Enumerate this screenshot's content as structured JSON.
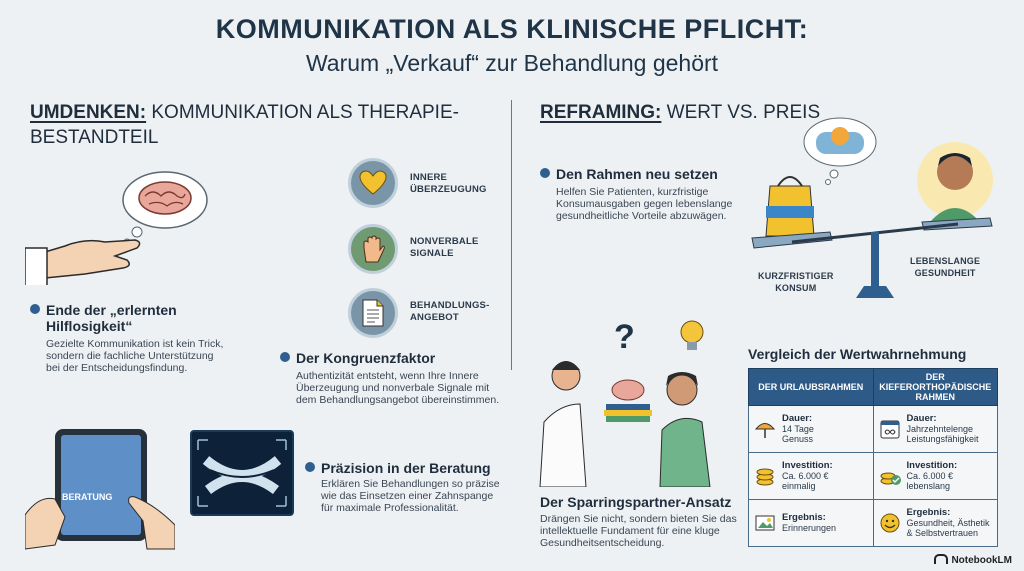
{
  "header": {
    "title": "KOMMUNIKATION ALS KLINISCHE PFLICHT:",
    "subtitle": "Warum „Verkauf“ zur Behandlung gehört"
  },
  "left": {
    "heading_key": "UMDENKEN:",
    "heading_rest": " KOMMUNIKATION ALS THERAPIE-",
    "heading_line2": "BESTANDTEIL",
    "icons": [
      {
        "label_1": "INNERE",
        "label_2": "ÜBERZEUGUNG",
        "icon": "heart-icon"
      },
      {
        "label_1": "NONVERBALE",
        "label_2": "SIGNALE",
        "icon": "hand-icon"
      },
      {
        "label_1": "BEHANDLUNGS-",
        "label_2": "ANGEBOT",
        "icon": "document-icon"
      }
    ],
    "point1": {
      "title_1": "Ende der „erlernten",
      "title_2": "Hilflosigkeit“",
      "body_1": "Gezielte Kommunikation ist kein Trick,",
      "body_2": "sondern die fachliche Unterstützung",
      "body_3": "bei der Entscheidungsfindung."
    },
    "point2": {
      "title": "Der Kongruenzfaktor",
      "body_1": "Authentizität entsteht, wenn Ihre Innere",
      "body_2": "Überzeugung und nonverbale Signale mit",
      "body_3": "dem Behandlungsangebot übereinstimmen."
    },
    "tablet_label": "BERATUNG",
    "point3": {
      "title": "Präzision in der Beratung",
      "body_1": "Erklären Sie Behandlungen so präzise",
      "body_2": "wie das Einsetzen einer Zahnspange",
      "body_3": "für maximale Professionalität."
    }
  },
  "right": {
    "heading_key": "REFRAMING:",
    "heading_rest": " WERT VS. PREIS",
    "point1": {
      "title": "Den Rahmen neu setzen",
      "body_1": "Helfen Sie Patienten, kurzfristige",
      "body_2": "Konsumausgaben gegen lebenslange",
      "body_3": "gesundheitliche Vorteile abzuwägen."
    },
    "scale_left_1": "KURZFRISTIGER",
    "scale_left_2": "KONSUM",
    "scale_right_1": "LEBENSLANGE",
    "scale_right_2": "GESUNDHEIT",
    "point2": {
      "title": "Der Sparringspartner-Ansatz",
      "body_1": "Drängen Sie nicht, sondern bieten Sie das",
      "body_2": "intellektuelle Fundament für eine kluge",
      "body_3": "Gesundheitsentscheidung."
    },
    "comparison": {
      "title": "Vergleich der Wertwahrnehmung",
      "col1": "DER URLAUBSRAHMEN",
      "col2_1": "DER KIEFERORTHOPÄDISCHE",
      "col2_2": "RAHMEN",
      "rows": [
        {
          "l_label": "Dauer:",
          "l_v1": "14 Tage",
          "l_v2": "Genuss",
          "r_label": "Dauer:",
          "r_v1": "Jahrzehntelenge",
          "r_v2": "Leistungsfähigkeit"
        },
        {
          "l_label": "Investition:",
          "l_v1": "Ca. 6.000 €",
          "l_v2": "einmalig",
          "r_label": "Investition:",
          "r_v1": "Ca. 6.000 €",
          "r_v2": "lebenslang"
        },
        {
          "l_label": "Ergebnis:",
          "l_v1": "Erinnerungen",
          "l_v2": "",
          "r_label": "Ergebnis:",
          "r_v1": "Gesundheit, Ästhetik",
          "r_v2": "& Selbstvertrauen"
        }
      ]
    }
  },
  "footer": {
    "brand": "NotebookLM"
  },
  "colors": {
    "navy": "#2d5a86",
    "accent_blue": "#2f5f8f",
    "gold": "#e8a93a",
    "background": "#eef1f3"
  }
}
